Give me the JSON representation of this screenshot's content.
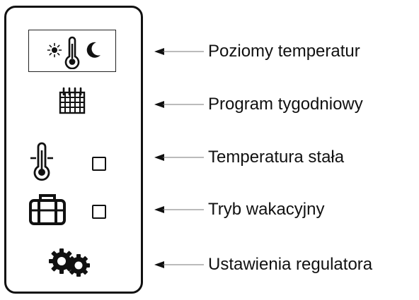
{
  "callouts": [
    {
      "id": "temperature-levels",
      "label": "Poziomy temperatur"
    },
    {
      "id": "weekly-program",
      "label": "Program tygodniowy"
    },
    {
      "id": "constant-temperature",
      "label": "Temperatura stała"
    },
    {
      "id": "holiday-mode",
      "label": "Tryb wakacyjny"
    },
    {
      "id": "controller-settings",
      "label": "Ustawienia regulatora"
    }
  ],
  "icons": {
    "temperature_levels": [
      "sun-icon",
      "thermometer-icon",
      "moon-icon"
    ],
    "weekly_program": "calendar-icon",
    "constant_temperature": "thermometer-icon",
    "holiday_mode": "suitcase-icon",
    "settings": "gears-icon"
  }
}
